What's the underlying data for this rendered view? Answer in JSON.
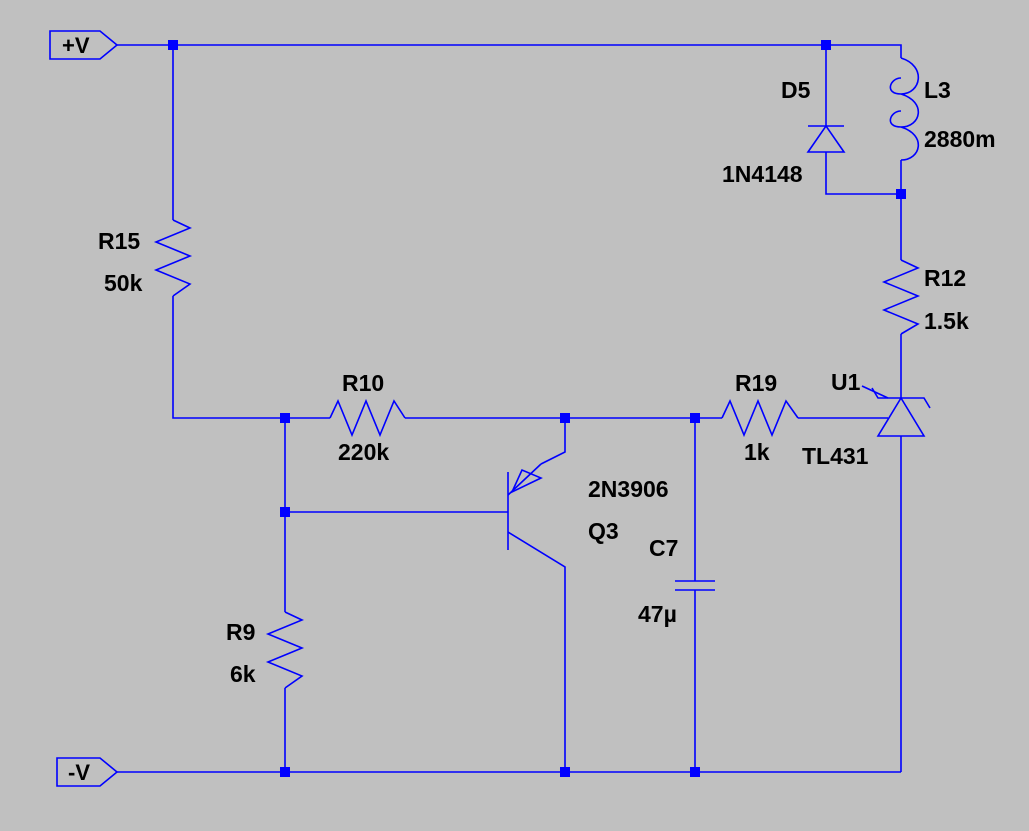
{
  "ports": {
    "vplus": "+V",
    "vminus": "-V"
  },
  "components": {
    "d5": {
      "ref": "D5",
      "value": "1N4148"
    },
    "l3": {
      "ref": "L3",
      "value": "2880m"
    },
    "r15": {
      "ref": "R15",
      "value": "50k"
    },
    "r12": {
      "ref": "R12",
      "value": "1.5k"
    },
    "r10": {
      "ref": "R10",
      "value": "220k"
    },
    "r19": {
      "ref": "R19",
      "value": "1k"
    },
    "u1": {
      "ref": "U1",
      "value": "TL431"
    },
    "q3": {
      "ref": "Q3",
      "value": "2N3906"
    },
    "c7": {
      "ref": "C7",
      "value": "47µ"
    },
    "r9": {
      "ref": "R9",
      "value": "6k"
    }
  },
  "colors": {
    "background": "#c0c0c0",
    "wire": "#0000ff",
    "text": "#000000"
  }
}
